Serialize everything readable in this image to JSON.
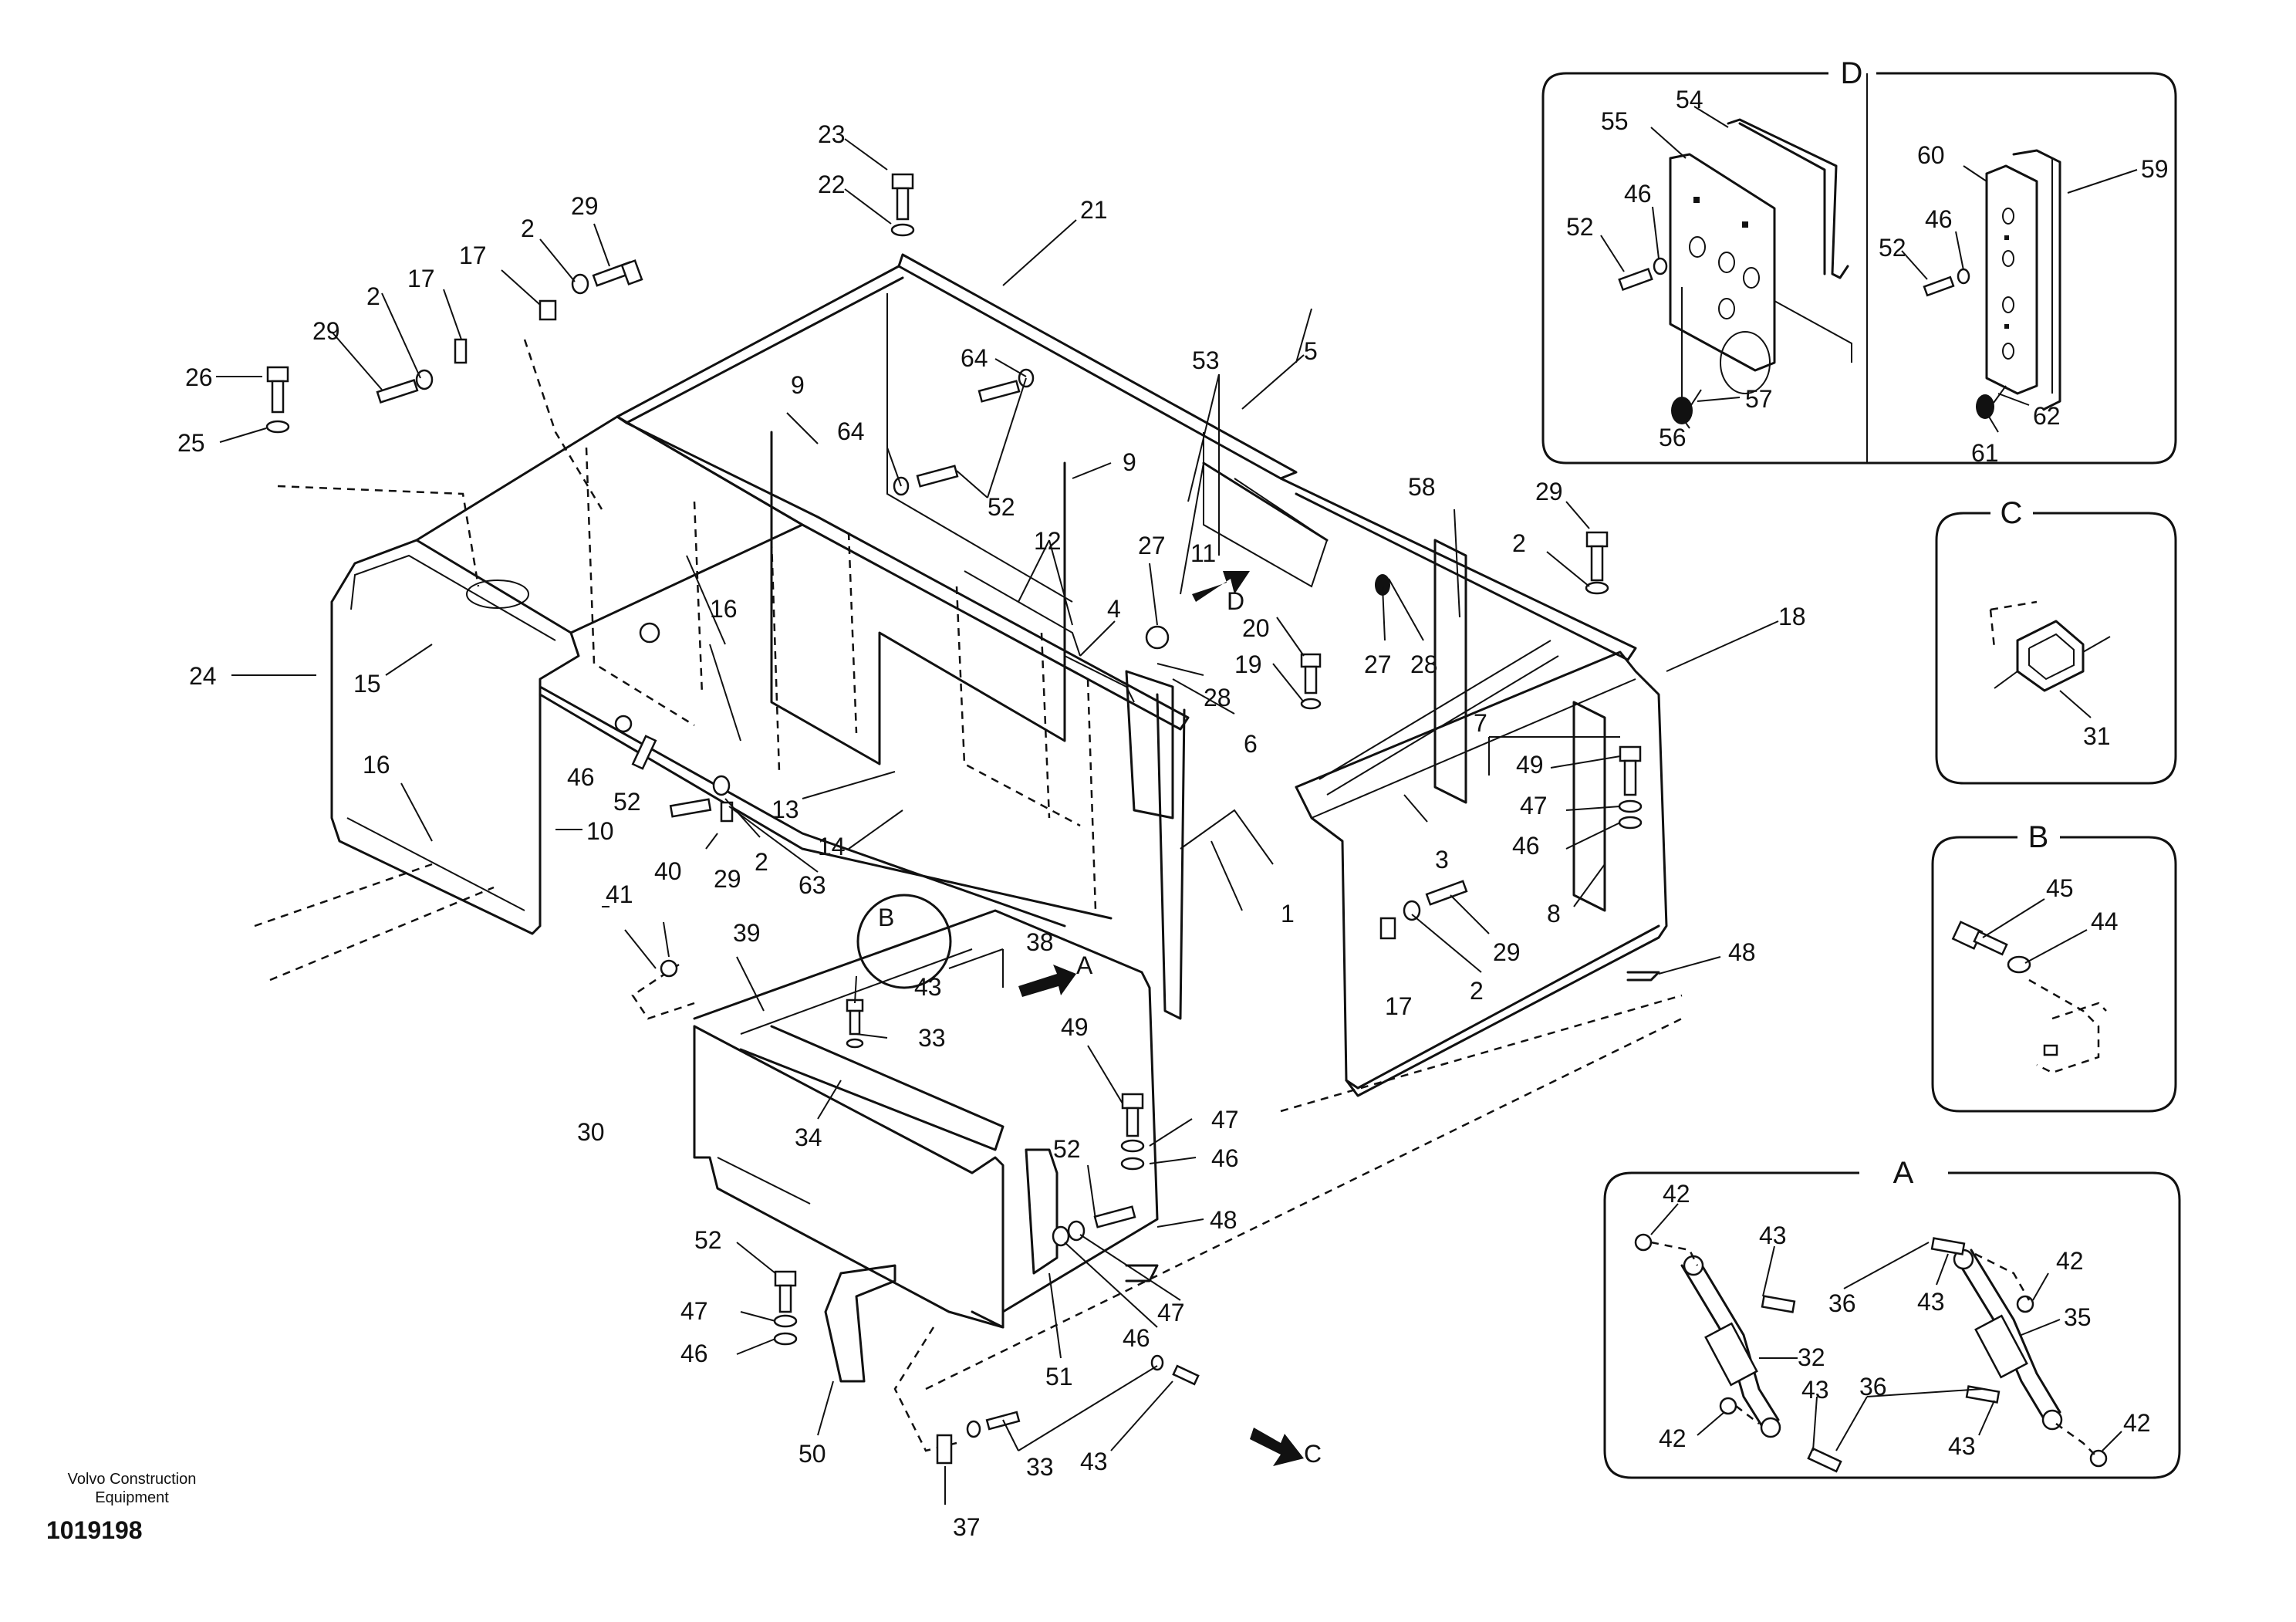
{
  "diagram": {
    "part_labels": [
      "1",
      "2",
      "3",
      "4",
      "5",
      "6",
      "7",
      "8",
      "9",
      "10",
      "11",
      "12",
      "13",
      "14",
      "15",
      "16",
      "17",
      "18",
      "19",
      "20",
      "21",
      "22",
      "23",
      "24",
      "25",
      "26",
      "27",
      "28",
      "29",
      "30",
      "31",
      "32",
      "33",
      "34",
      "35",
      "36",
      "37",
      "38",
      "39",
      "40",
      "41",
      "42",
      "43",
      "44",
      "45",
      "46",
      "47",
      "48",
      "49",
      "50",
      "51",
      "52",
      "53",
      "54",
      "55",
      "56",
      "57",
      "58",
      "59",
      "60",
      "61",
      "62",
      "63",
      "64"
    ],
    "view_arrows": {
      "a": "A",
      "b": "B",
      "c": "C",
      "d": "D"
    },
    "insets": {
      "d": {
        "title": "D",
        "labels": [
          "54",
          "55",
          "46",
          "52",
          "57",
          "56",
          "60",
          "59",
          "46",
          "52",
          "62",
          "61"
        ]
      },
      "c": {
        "title": "C",
        "labels": [
          "31"
        ]
      },
      "b": {
        "title": "B",
        "labels": [
          "45",
          "44"
        ]
      },
      "a": {
        "title": "A",
        "labels": [
          "42",
          "43",
          "36",
          "43",
          "42",
          "35",
          "32",
          "43",
          "36",
          "42",
          "43",
          "42"
        ]
      }
    }
  },
  "footer": {
    "brand_line1": "Volvo Construction",
    "brand_line2": "Equipment",
    "drawing_number": "1019198"
  }
}
